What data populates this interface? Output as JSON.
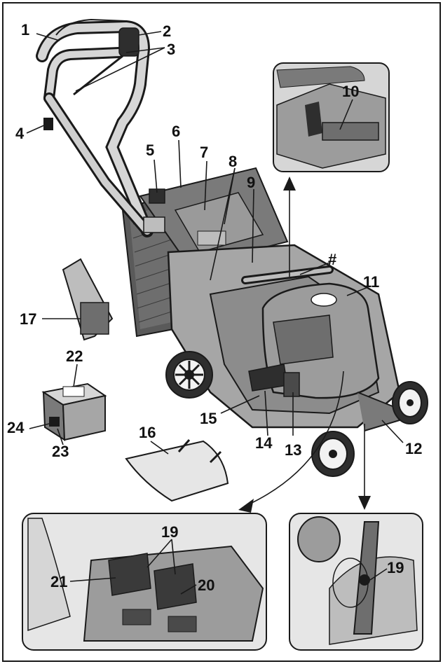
{
  "callouts": {
    "c1": "1",
    "c2": "2",
    "c3": "3",
    "c4": "4",
    "c5": "5",
    "c6": "6",
    "c7": "7",
    "c8": "8",
    "c9": "9",
    "c10": "10",
    "c11": "11",
    "c12": "12",
    "c13": "13",
    "c14": "14",
    "c15": "15",
    "c16": "16",
    "c17": "17",
    "c19a": "19",
    "c19b": "19",
    "c20": "20",
    "c21": "21",
    "c22": "22",
    "c23": "23",
    "c24": "24",
    "hash": "#"
  },
  "colors": {
    "line": "#1a1a1a",
    "body_gray": "#8c8c8c",
    "dark_gray": "#3a3a3a",
    "light_gray": "#c8c8c8",
    "mid_gray": "#a6a6a6",
    "background": "#ffffff"
  }
}
